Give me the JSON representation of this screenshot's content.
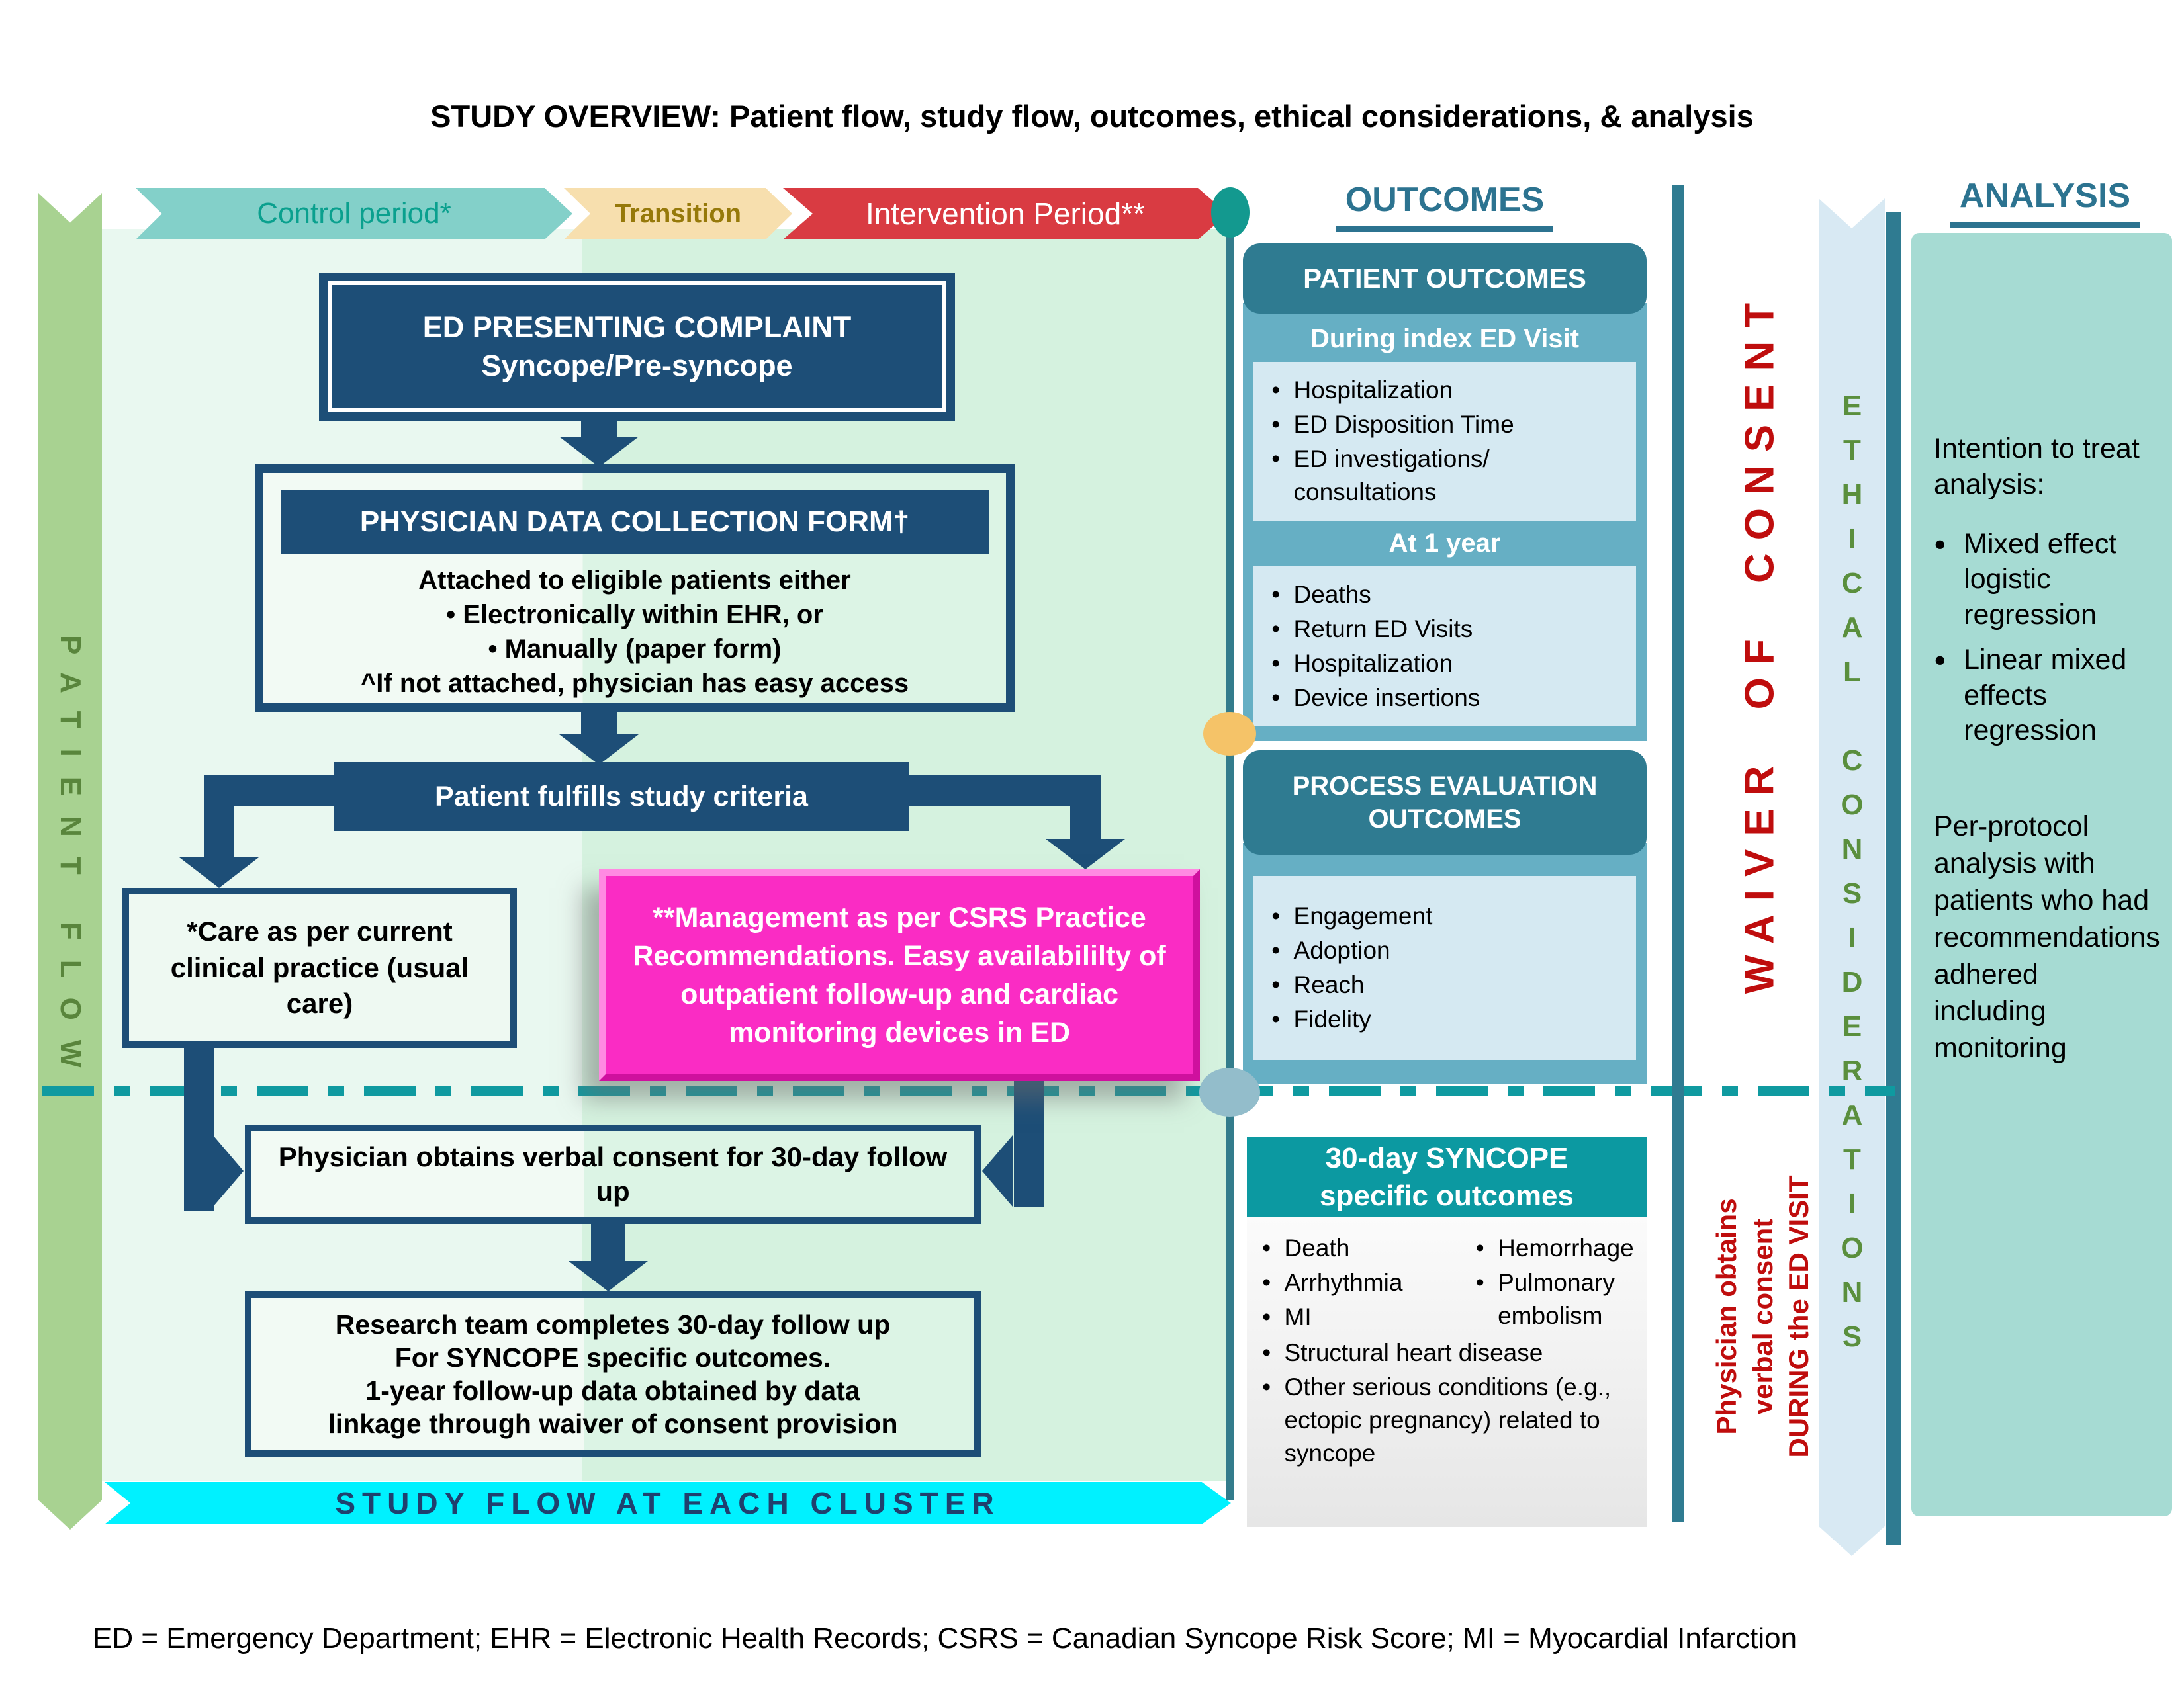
{
  "title": "STUDY OVERVIEW: Patient flow, study flow, outcomes, ethical considerations, & analysis",
  "timeline": {
    "control": "Control period*",
    "transition": "Transition",
    "intervention": "Intervention Period**"
  },
  "patient_flow_ribbon": "PATIENT FLOW",
  "flow": {
    "ed_complaint": {
      "line1": "ED PRESENTING COMPLAINT",
      "line2": "Syncope/Pre-syncope"
    },
    "form": {
      "header": "PHYSICIAN DATA COLLECTION FORM†",
      "intro": "Attached to eligible patients either",
      "bullets": [
        "Electronically within EHR, or",
        "Manually (paper form)"
      ],
      "note": "^If not attached, physician has easy access"
    },
    "criteria": "Patient fulfills study criteria",
    "usual_care": "*Care as per current clinical practice (usual care)",
    "csrs": "**Management as per CSRS Practice Recommendations. Easy availabililty of outpatient follow-up and cardiac monitoring devices in ED",
    "consent": "Physician obtains verbal consent for 30-day follow up",
    "research_lines": [
      "Research team completes 30-day follow up",
      "For SYNCOPE specific outcomes.",
      "1-year follow-up data obtained by data",
      "linkage through waiver of consent provision"
    ],
    "banner": "STUDY FLOW AT EACH CLUSTER"
  },
  "outcomes": {
    "header": "OUTCOMES",
    "patient": {
      "title": "PATIENT OUTCOMES",
      "sub1": "During index ED Visit",
      "list1": [
        "Hospitalization",
        "ED Disposition Time",
        "ED investigations/ consultations"
      ],
      "sub2": "At 1 year",
      "list2": [
        "Deaths",
        "Return ED Visits",
        "Hospitalization",
        "Device insertions"
      ]
    },
    "process": {
      "title_line1": "PROCESS EVALUATION",
      "title_line2": "OUTCOMES",
      "list": [
        "Engagement",
        "Adoption",
        "Reach",
        "Fidelity"
      ]
    },
    "syncope30": {
      "title_line1": "30-day SYNCOPE",
      "title_line2": "specific outcomes",
      "col1": [
        "Death",
        "Arrhythmia",
        "MI"
      ],
      "col2": [
        "Hemorrhage",
        "Pulmonary embolism"
      ],
      "full": [
        "Structural heart disease",
        "Other serious conditions (e.g., ectopic pregnancy) related to syncope"
      ]
    }
  },
  "waiver": {
    "title": "WAIVER OF CONSENT",
    "note_lines": [
      "Physician obtains",
      "verbal consent",
      "DURING the ED VISIT"
    ]
  },
  "ethical": {
    "title": "ETHICAL CONSIDERATIONS"
  },
  "analysis": {
    "header": "ANALYSIS",
    "intro": "Intention to treat analysis:",
    "bullets": [
      "Mixed effect logistic regression",
      "Linear mixed effects regression"
    ],
    "per_protocol": "Per-protocol analysis with patients who had recommendations adhered including monitoring"
  },
  "footnote": "ED = Emergency Department; EHR = Electronic Health Records; CSRS = Canadian Syncope Risk Score; MI = Myocardial Infarction",
  "colors": {
    "dark_blue": "#1d4e77",
    "teal_header": "#2f7b91",
    "medium_teal": "#66afc4",
    "light_blue_list": "#d5e9f2",
    "bright_teal_30day": "#0c99a1",
    "pink": "#fa2cc4",
    "cyan_banner": "#00f1ff",
    "red_arrow": "#d93b42",
    "control_teal": "#83d0c9",
    "transition_tan": "#f7dfae",
    "green_ribbon": "#a8d291",
    "ethical_ribbon": "#d8e9f3",
    "analysis_box": "#a6dbd3",
    "waiver_red": "#bf0d0d",
    "mint_left": "#e9f8f0",
    "mint_right": "#d5f2df",
    "dash_teal": "#0f9aa0",
    "yellow_circle": "#f5c368",
    "gray_blue_circle": "#93bdcb"
  }
}
